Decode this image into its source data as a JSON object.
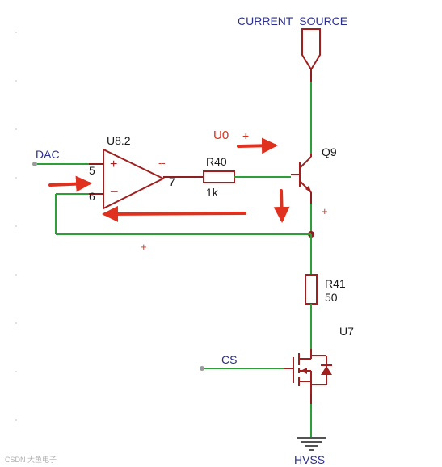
{
  "nets": {
    "current_source": "CURRENT_SOURCE",
    "dac": "DAC",
    "cs": "CS",
    "hvss": "HVSS"
  },
  "components": {
    "opamp": {
      "ref": "U8.2",
      "pin_plus": "5",
      "pin_minus": "6",
      "pin_out": "7",
      "plus_sign": "+",
      "minus_sign": "−",
      "out_mark": "--"
    },
    "r40": {
      "ref": "R40",
      "value": "1k"
    },
    "q9": {
      "ref": "Q9"
    },
    "r41": {
      "ref": "R41",
      "value": "50"
    },
    "u7": {
      "ref": "U7"
    }
  },
  "annotations": {
    "u0_label": "U0",
    "u0_plus": "+",
    "plus_right": "+",
    "plus_bottom": "+"
  },
  "colors": {
    "wire_green": "#2e9e38",
    "wire_dark_red": "#8c1f1f",
    "component": "#a11f1f",
    "net_label": "#2b2f8f",
    "arrow_red": "#e0301e"
  },
  "watermark": "CSDN 大鱼电子"
}
